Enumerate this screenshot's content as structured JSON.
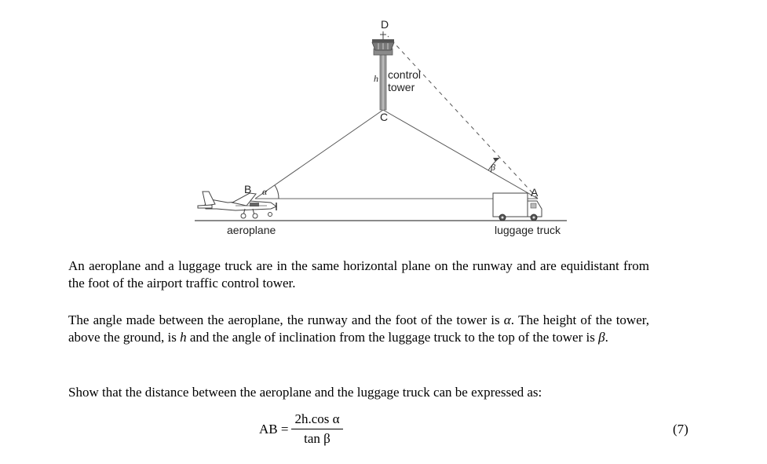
{
  "diagram": {
    "point_labels": {
      "D": "D",
      "C": "C",
      "B": "B",
      "A": "A",
      "h": "h"
    },
    "angle_labels": {
      "alpha": "α",
      "beta": "β"
    },
    "tower_label_line1": "control",
    "tower_label_line2": "tower",
    "aeroplane_label": "aeroplane",
    "truck_label": "luggage truck"
  },
  "question": {
    "p1": "An aeroplane and a luggage truck are in the same horizontal plane on the runway and are equidistant from the foot of the airport traffic control tower.",
    "p2_a": "The angle made between the aeroplane, the runway and the foot of the tower is ",
    "p2_alpha": "α",
    "p2_b": ". The height of the tower, above the ground, is ",
    "p2_h": "h",
    "p2_c": " and the angle of inclination from the luggage truck to the top of the tower is ",
    "p2_beta": "β",
    "p2_d": ".",
    "p3": "Show that the distance between the aeroplane and the luggage truck can be expressed as:",
    "formula_lhs": "AB =",
    "formula_num": "2h.cos α",
    "formula_den": "tan β",
    "marks": "(7)"
  }
}
